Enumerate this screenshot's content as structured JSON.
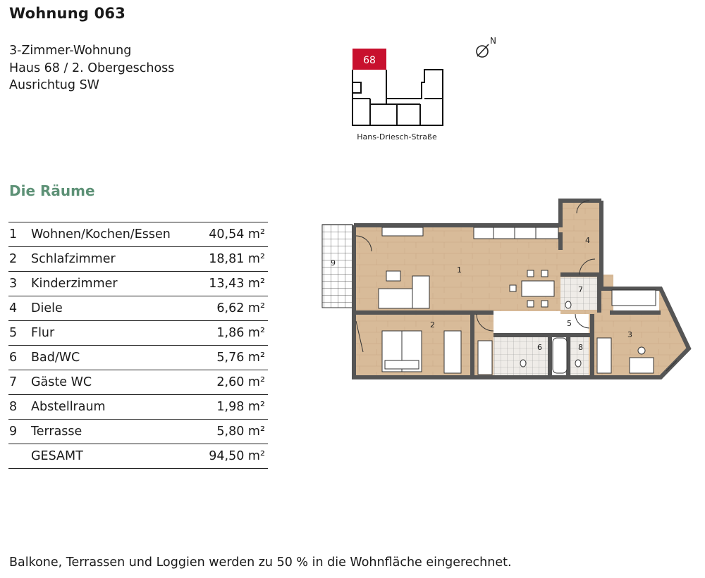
{
  "title": "Wohnung 063",
  "info": {
    "type": "3-Zimmer-Wohnung",
    "house": "Haus 68 / 2. Obergeschoss",
    "orientation": "Ausrichtug SW"
  },
  "site": {
    "house_badge": "68",
    "street": "Hans-Driesch-Straße",
    "north": "N"
  },
  "section_title": "Die Räume",
  "rooms": [
    {
      "nr": "1",
      "name": "Wohnen/Kochen/Essen",
      "area": "40,54 m²"
    },
    {
      "nr": "2",
      "name": "Schlafzimmer",
      "area": "18,81 m²"
    },
    {
      "nr": "3",
      "name": "Kinderzimmer",
      "area": "13,43 m²"
    },
    {
      "nr": "4",
      "name": "Diele",
      "area": "6,62 m²"
    },
    {
      "nr": "5",
      "name": "Flur",
      "area": "1,86 m²"
    },
    {
      "nr": "6",
      "name": "Bad/WC",
      "area": "5,76 m²"
    },
    {
      "nr": "7",
      "name": "Gäste WC",
      "area": "2,60 m²"
    },
    {
      "nr": "8",
      "name": "Abstellraum",
      "area": "1,98 m²"
    },
    {
      "nr": "9",
      "name": "Terrasse",
      "area": "5,80 m²"
    }
  ],
  "total": {
    "nr": "",
    "name": "GESAMT",
    "area": "94,50 m²"
  },
  "plan_labels": {
    "r1": "1",
    "r2": "2",
    "r3": "3",
    "r4": "4",
    "r5": "5",
    "r6": "6",
    "r7": "7",
    "r8": "8",
    "r9": "9"
  },
  "footnote": "Balkone, Terrassen und Loggien werden zu 50 % in die Wohnfläche eingerechnet.",
  "colors": {
    "accent_green": "#5d9176",
    "badge_red": "#c8102e",
    "floor_wood": "#d6b896",
    "tile": "#ece9e4"
  }
}
